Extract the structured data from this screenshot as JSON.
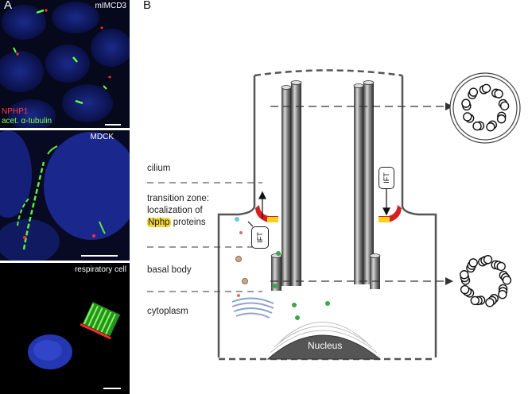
{
  "panel_a": {
    "label": "A",
    "top_panel": {
      "cell_label": "mIMCD3",
      "stain_red": "NPHP1",
      "stain_green": "acet. α-tubulin"
    },
    "middle_panel": {
      "cell_label": "MDCK"
    },
    "bottom_panel": {
      "cell_label": "respiratory  cell"
    }
  },
  "panel_b": {
    "label": "B",
    "zones": {
      "cilium": "cilium",
      "transition_line1": "transition zone:",
      "transition_line2": "localization of",
      "transition_word": "Nphp",
      "transition_rest": " proteins",
      "basal_body": "basal body",
      "cytoplasm": "cytoplasm"
    },
    "ift_label": "IFT",
    "nucleus_label": "Nucleus"
  }
}
